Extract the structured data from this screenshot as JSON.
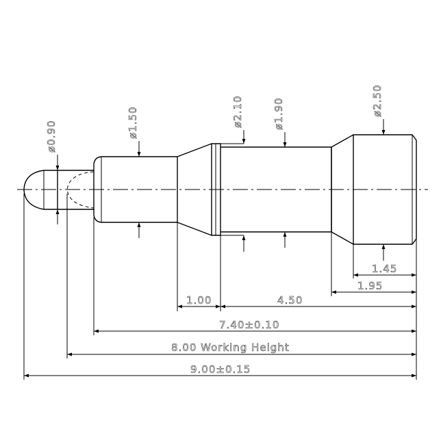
{
  "diameters": {
    "d090": "ø0.90",
    "d150": "ø1.50",
    "d210": "ø2.10",
    "d190": "ø1.90",
    "d250": "ø2.50"
  },
  "lengths": {
    "l145": "1.45",
    "l195": "1.95",
    "l100": "1.00",
    "l450": "4.50",
    "l740": "7.40±0.10",
    "l800": "8.00 Working Height",
    "l900": "9.00±0.15"
  }
}
